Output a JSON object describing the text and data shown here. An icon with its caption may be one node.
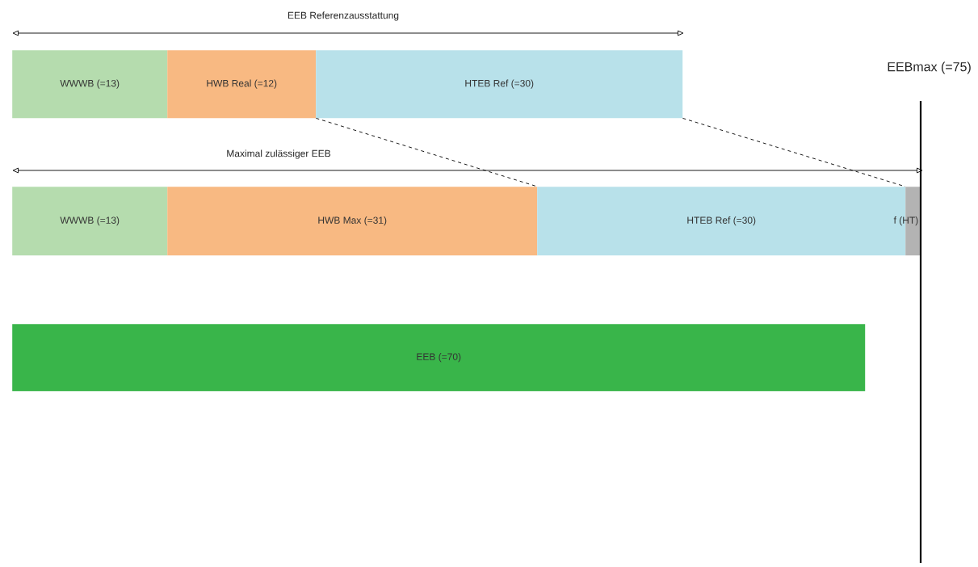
{
  "diagram": {
    "nodes": [
      {
        "text": [
          "WWWB (=13)"
        ]
      },
      {
        "text": [
          "HWB Real (=12)"
        ]
      },
      {
        "text": [
          "HTEB Ref (=30)"
        ]
      },
      {
        "text": [
          "WWWB (=13)"
        ]
      },
      {
        "text": [
          "HWB Max (=31)"
        ]
      },
      {
        "text": [
          "HTEB Ref (=30)"
        ]
      },
      {
        "text": [
          "f (HT)"
        ]
      },
      {
        "text": [
          "EEB (=70)"
        ]
      }
    ],
    "edges": [
      {
        "from": 1,
        "to": 4,
        "arrow": "none",
        "style": "dashed"
      },
      {
        "from": 2,
        "to": 6,
        "arrow": "none",
        "style": "dashed"
      }
    ],
    "labels": [
      "EEB Referenzausstattung",
      "Maximal zulässiger EEB",
      "EEBmax (=75)"
    ]
  }
}
